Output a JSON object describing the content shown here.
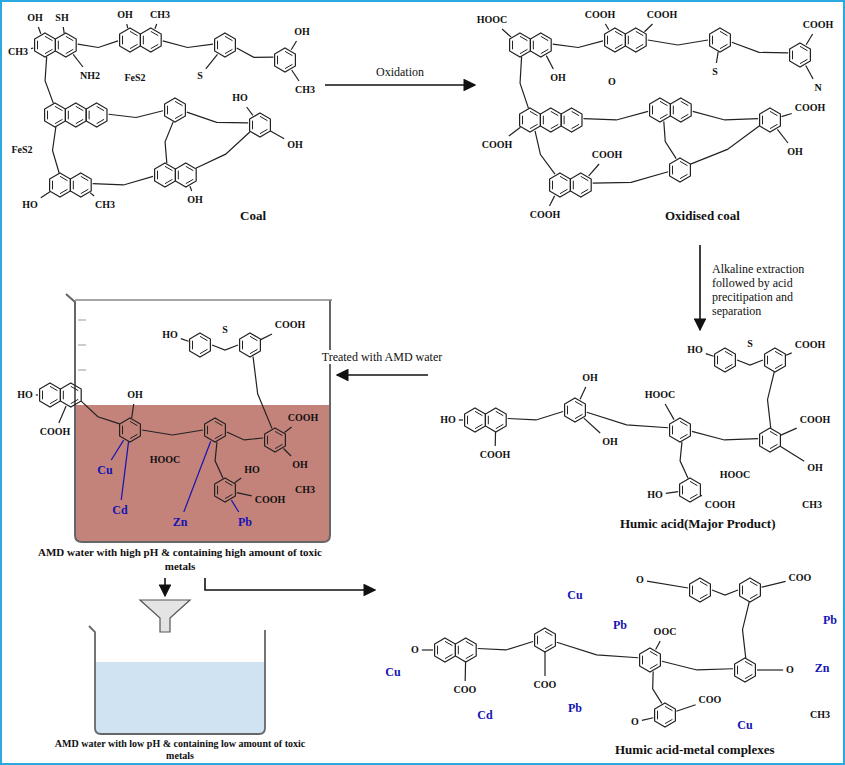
{
  "diagram": {
    "nodes": [
      {
        "text": [
          "Coal"
        ]
      },
      {
        "text": [
          "Oxidised coal"
        ]
      },
      {
        "text": [
          "Humic acid(Major Product)"
        ]
      },
      {
        "text": [
          "AMD water with high pH & containing high amount of toxic metals"
        ]
      },
      {
        "text": [
          "AMD water with low pH & containing low amount of toxic metals"
        ]
      },
      {
        "text": [
          "Humic acid-metal complexes"
        ]
      }
    ],
    "edges": [
      {
        "from": 0,
        "to": 1,
        "arrow": "to",
        "label": "Oxidation"
      },
      {
        "from": 1,
        "to": 2,
        "arrow": "to",
        "label": "Alkaline extraction followed by acid precitipation and separation"
      },
      {
        "from": 2,
        "to": 3,
        "arrow": "to",
        "label": "Treated with AMD water"
      },
      {
        "from": 3,
        "to": 4,
        "arrow": "to"
      },
      {
        "from": 3,
        "to": 5,
        "arrow": "to"
      }
    ],
    "labels": [
      "OH",
      "SH",
      "CH3",
      "NH2",
      "OH",
      "CH3",
      "FeS2",
      "S",
      "OH",
      "CH3",
      "FeS2",
      "HO",
      "CH3",
      "OH",
      "HO",
      "OH",
      "HOOC",
      "OH",
      "COOH",
      "COOH",
      "S",
      "COOH",
      "N",
      "O",
      "COOH",
      "OH",
      "COOH",
      "COOH",
      "COOH",
      "HO",
      "COOH",
      "S",
      "HO",
      "COOH",
      "OH",
      "OH",
      "HOOC",
      "COOH",
      "OH",
      "HOOC",
      "HO",
      "COOH",
      "CH3",
      "HO",
      "COOH",
      "S",
      "HO",
      "COOH",
      "OH",
      "HOOC",
      "COOH",
      "OH",
      "HO",
      "COOH",
      "CH3",
      "Cu",
      "Cd",
      "Zn",
      "Pb",
      "O",
      "Cu",
      "COO",
      "Cd",
      "Cu",
      "O",
      "COO",
      "Pb",
      "COO",
      "Pb",
      "Pb",
      "OOC",
      "Zn",
      "O",
      "O",
      "COO",
      "Cu",
      "CH3"
    ]
  }
}
